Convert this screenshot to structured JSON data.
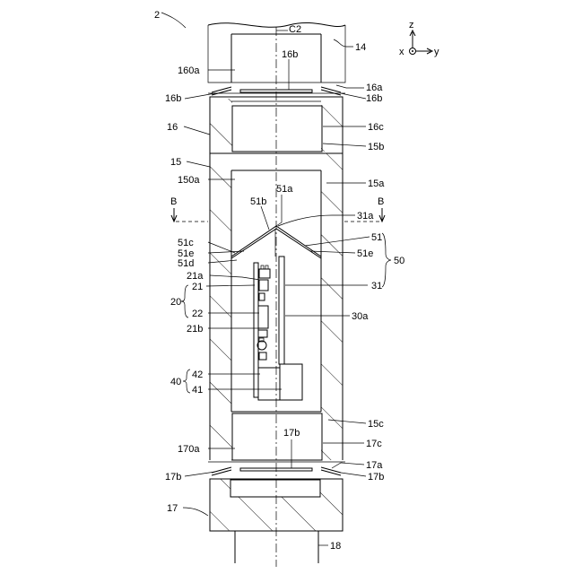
{
  "figure": {
    "number": "2",
    "center_label": "C2",
    "axes": {
      "z": "z",
      "x": "x",
      "y": "y"
    },
    "section_marks": [
      "B",
      "B"
    ]
  },
  "labels": {
    "l14": "14",
    "l160a": "160a",
    "l16b_top": "16b",
    "l16a": "16a",
    "l16b_left": "16b",
    "l16b_right": "16b",
    "l16": "16",
    "l16c": "16c",
    "l15b": "15b",
    "l15": "15",
    "l150a": "150a",
    "l15a": "15a",
    "l51a": "51a",
    "l51b": "51b",
    "l31a": "31a",
    "l51": "51",
    "l51c": "51c",
    "l51e_left": "51e",
    "l51e_right": "51e",
    "l50": "50",
    "l51d": "51d",
    "l21a": "21a",
    "l21": "21",
    "l31": "31",
    "l20": "20",
    "l22": "22",
    "l30a": "30a",
    "l21b": "21b",
    "l40": "40",
    "l42": "42",
    "l41": "41",
    "l15c": "15c",
    "l17b_top": "17b",
    "l170a": "170a",
    "l17c": "17c",
    "l17a": "17a",
    "l17b_left": "17b",
    "l17b_right": "17b",
    "l17": "17",
    "l18": "18"
  }
}
